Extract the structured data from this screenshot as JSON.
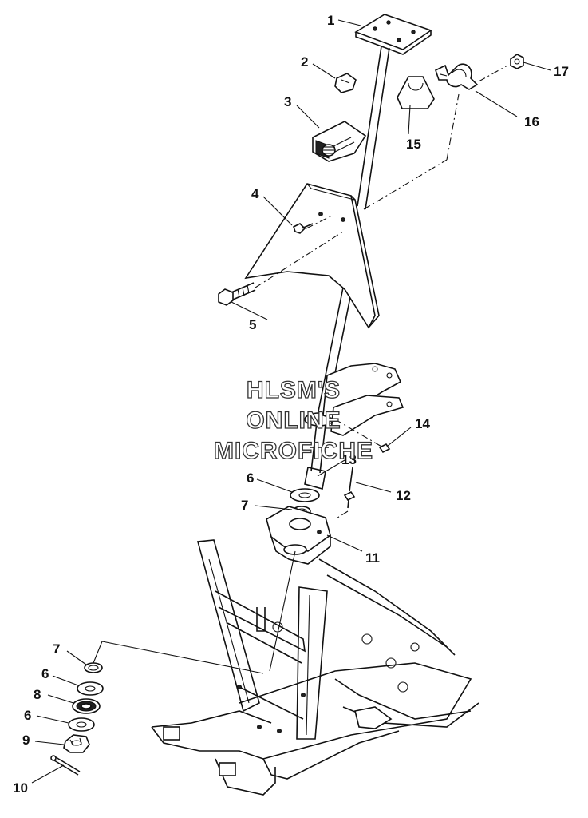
{
  "diagram": {
    "part_labels": [
      "1",
      "2",
      "3",
      "4",
      "5",
      "6",
      "7",
      "8",
      "9",
      "10",
      "11",
      "12",
      "13",
      "14",
      "15",
      "16",
      "17"
    ],
    "watermark": {
      "line1": "HLSM'S",
      "line2": "ONLINE",
      "line3": "MICROFICHE"
    }
  }
}
